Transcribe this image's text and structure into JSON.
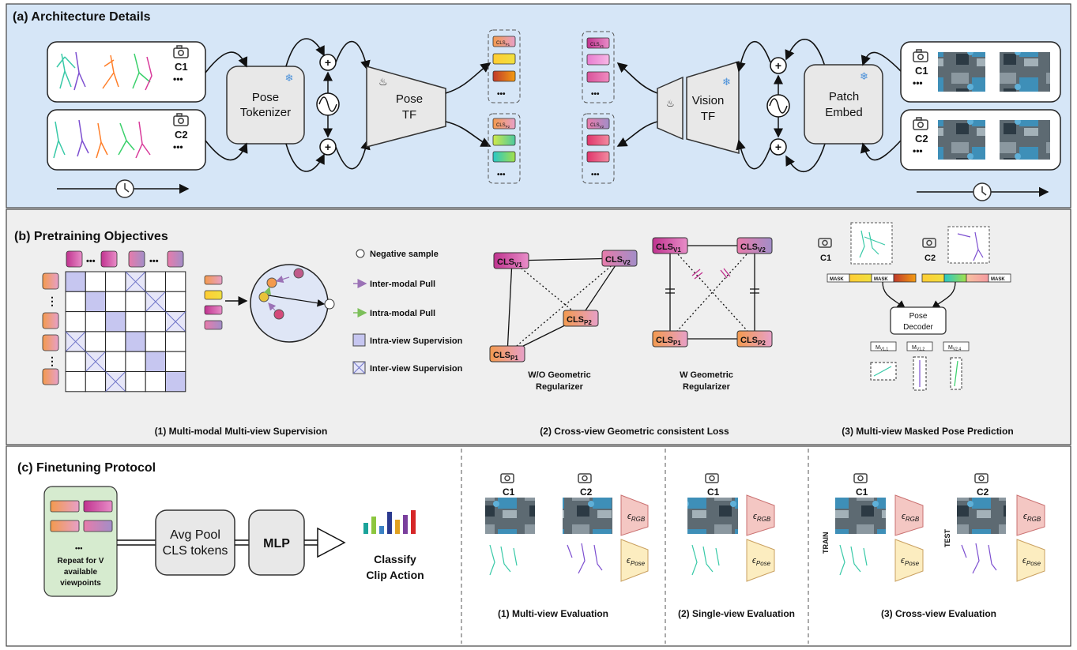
{
  "panel_a": {
    "title": "(a) Architecture Details",
    "cam1": "C1",
    "cam2": "C2",
    "ellipsis": "•••",
    "pose_tokenizer": [
      "Pose",
      "Tokenizer"
    ],
    "pose_tf": [
      "Pose",
      "TF"
    ],
    "vision_tf": [
      "Vision",
      "TF"
    ],
    "patch_embed": [
      "Patch",
      "Embed"
    ],
    "cls_p1": "CLS",
    "cls_p1_sub": "P1",
    "cls_p2": "CLS",
    "cls_p2_sub": "P2",
    "cls_v1": "CLS",
    "cls_v1_sub": "V1",
    "cls_v2": "CLS",
    "cls_v2_sub": "V2",
    "dots": "•••",
    "plus": "+",
    "frozen_icon": "snowflake-icon",
    "trainable_icon": "flame-icon",
    "time_icon": "clock-icon"
  },
  "panel_b": {
    "title": "(b) Pretraining Objectives",
    "legend": {
      "negative": "Negative sample",
      "inter_pull": "Inter-modal Pull",
      "intra_pull": "Intra-modal Pull",
      "intra_view": "Intra-view Supervision",
      "inter_view": "Inter-view Supervision"
    },
    "caption1": "(1) Multi-modal Multi-view Supervision",
    "caption2": "(2) Cross-view Geometric consistent Loss",
    "caption3": "(3) Multi-view Masked Pose Prediction",
    "wo_geo": [
      "W/O Geometric",
      "Regularizer"
    ],
    "w_geo": [
      "W Geometric",
      "Regularizer"
    ],
    "cls": "CLS",
    "sub_v1": "V1",
    "sub_v2": "V2",
    "sub_p1": "P1",
    "sub_p2": "P2",
    "mask": "MASK",
    "pose_decoder": [
      "Pose",
      "Decoder"
    ],
    "cam1": "C1",
    "cam2": "C2",
    "m1": "M",
    "m1_sub": "V1,1",
    "m2": "M",
    "m2_sub": "V1,2",
    "m3": "M",
    "m3_sub": "V2,4",
    "vdots": "⋮",
    "hdots": "•••"
  },
  "panel_c": {
    "title": "(c) Finetuning Protocol",
    "repeat": [
      "Repeat for V",
      "available",
      "viewpoints"
    ],
    "avg_pool": [
      "Avg Pool",
      "CLS tokens"
    ],
    "mlp": "MLP",
    "classify": [
      "Classify",
      "Clip Action"
    ],
    "eval1": "(1) Multi-view Evaluation",
    "eval2": "(2) Single-view Evaluation",
    "eval3": "(3) Cross-view Evaluation",
    "train": "TRAIN",
    "test": "TEST",
    "cam1": "C1",
    "cam2": "C2",
    "eps_rgb": "ϵ",
    "eps_rgb_sub": "RGB",
    "eps_pose": "ϵ",
    "eps_pose_sub": "Pose",
    "dots": "•••",
    "bar_colors": [
      "#1aa39a",
      "#8cc63f",
      "#3b82c4",
      "#2b3a8f",
      "#e0a020",
      "#7a3f9d",
      "#d62728"
    ]
  }
}
